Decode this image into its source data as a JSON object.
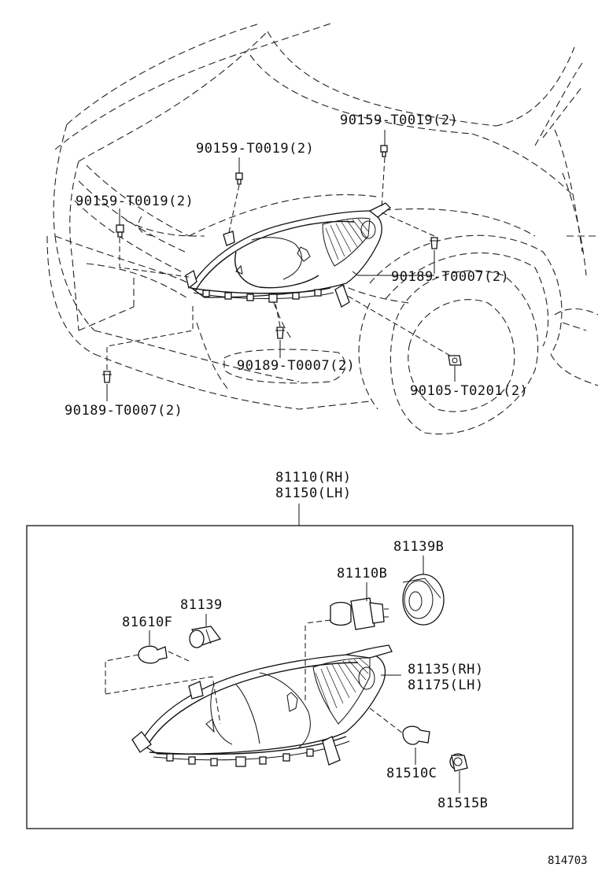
{
  "upper_labels": {
    "screw_clip_top_right": "90159-T0019(2)",
    "screw_clip_top_center": "90159-T0019(2)",
    "screw_clip_left": "90159-T0019(2)",
    "clip_right": "90189-T0007(2)",
    "clip_lower_center": "90189-T0007(2)",
    "clip_lower_left": "90189-T0007(2)",
    "bolt_fender": "90105-T0201(2)"
  },
  "assembly": {
    "part_rh": "81110(RH)",
    "part_lh": "81150(LH)"
  },
  "lower_labels": {
    "socket_cover": "81139B",
    "bulb_halogen": "81110B",
    "socket_small": "81139",
    "bulb_small_left": "81610F",
    "housing_rh": "81135(RH)",
    "housing_lh": "81175(LH)",
    "bulb_turn": "81510C",
    "socket_turn": "81515B"
  },
  "figure_code": "814703"
}
